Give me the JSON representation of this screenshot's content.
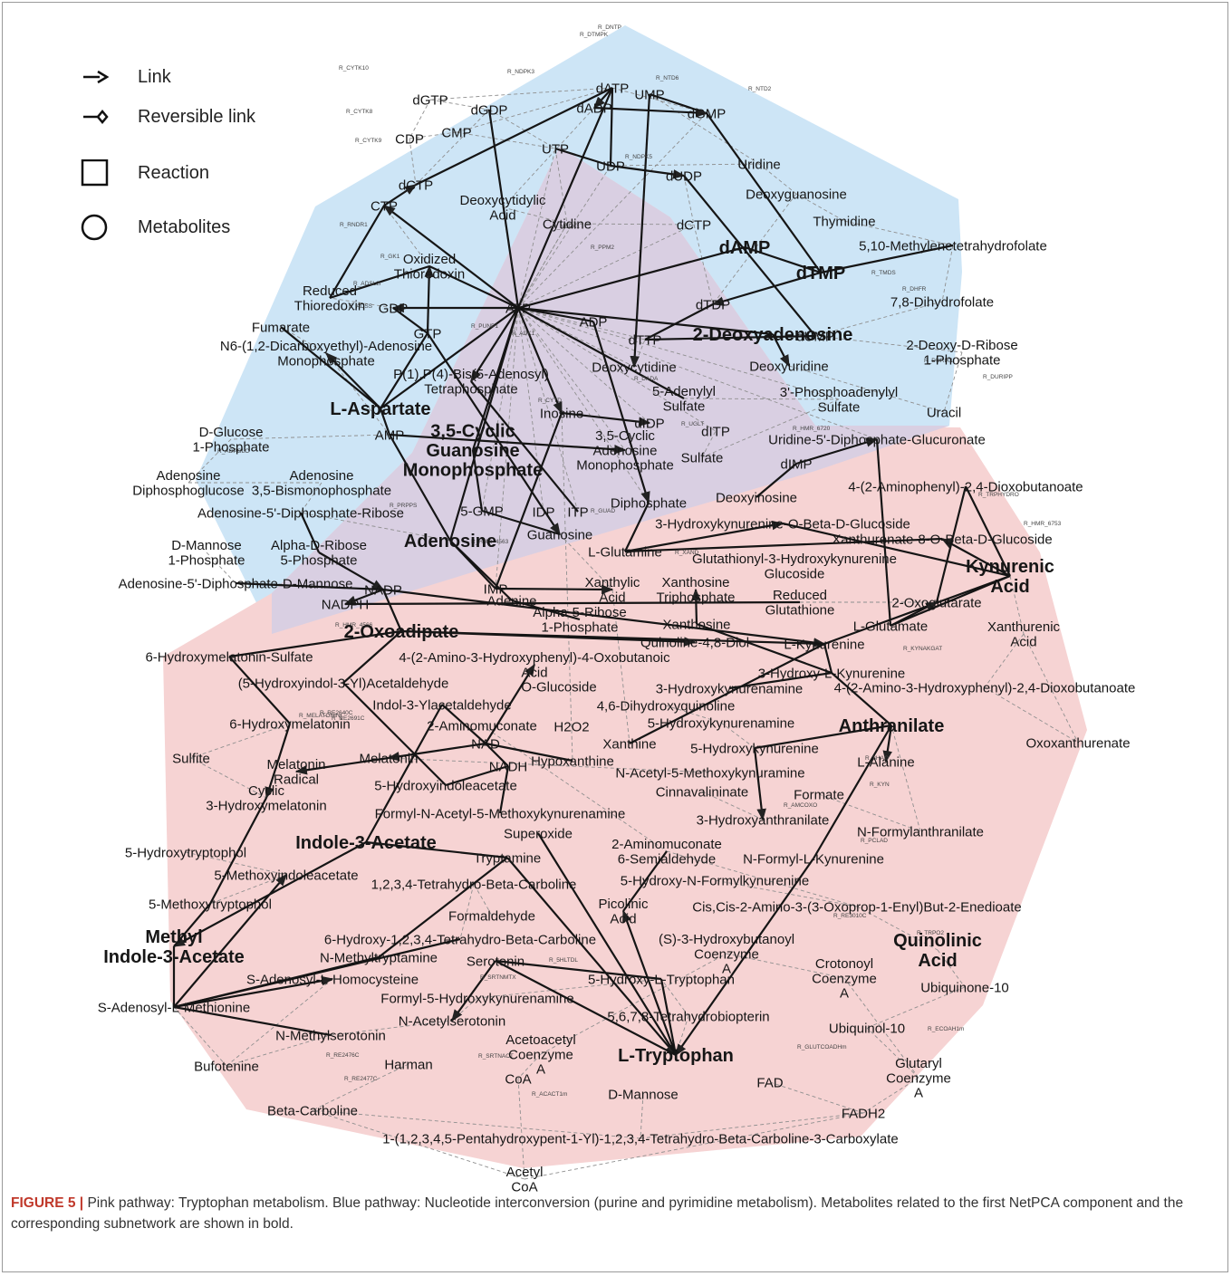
{
  "legend": {
    "link": "Link",
    "reversible": "Reversible link",
    "reaction": "Reaction",
    "metabolites": "Metabolites"
  },
  "regions": [
    {
      "name": "nucleotide-interconversion",
      "color": "#cde5f6"
    },
    {
      "name": "tryptophan-metabolism",
      "color": "#f6d3d3"
    },
    {
      "name": "overlap",
      "color": "#d9cfe2"
    }
  ],
  "nodes": [
    {
      "id": "dATP",
      "text": "dATP"
    },
    {
      "id": "UMP",
      "text": "UMP"
    },
    {
      "id": "dGTP",
      "text": "dGTP"
    },
    {
      "id": "dGDP",
      "text": "dGDP"
    },
    {
      "id": "dADP",
      "text": "dADP"
    },
    {
      "id": "dGMP",
      "text": "dGMP"
    },
    {
      "id": "CDP",
      "text": "CDP"
    },
    {
      "id": "CMP",
      "text": "CMP"
    },
    {
      "id": "UTP",
      "text": "UTP"
    },
    {
      "id": "UDP",
      "text": "UDP"
    },
    {
      "id": "dUDP",
      "text": "dUDP"
    },
    {
      "id": "Uridine",
      "text": "Uridine"
    },
    {
      "id": "dCTP",
      "text": "dCTP"
    },
    {
      "id": "Deoxyguanosine",
      "text": "Deoxyguanosine"
    },
    {
      "id": "CTP",
      "text": "CTP"
    },
    {
      "id": "DeoxycytidylicAcid",
      "text": "Deoxycytidylic\nAcid"
    },
    {
      "id": "Cytidine",
      "text": "Cytidine"
    },
    {
      "id": "dCTP2",
      "text": "dCTP"
    },
    {
      "id": "Thymidine",
      "text": "Thymidine"
    },
    {
      "id": "dAMP",
      "text": "dAMP",
      "bold": true
    },
    {
      "id": "Methylene",
      "text": "5,10-Methylenetetrahydrofolate"
    },
    {
      "id": "OxThio",
      "text": "Oxidized\nThioredoxin"
    },
    {
      "id": "dTMP",
      "text": "dTMP",
      "bold": true
    },
    {
      "id": "RedThio",
      "text": "Reduced\nThioredoxin"
    },
    {
      "id": "dTDP",
      "text": "dTDP"
    },
    {
      "id": "Dihydrofolate",
      "text": "7,8-Dihydrofolate"
    },
    {
      "id": "Fumarate",
      "text": "Fumarate"
    },
    {
      "id": "GDP",
      "text": "GDP"
    },
    {
      "id": "ATP",
      "text": "ATP"
    },
    {
      "id": "ADP",
      "text": "ADP"
    },
    {
      "id": "dUMP",
      "text": "dUMP"
    },
    {
      "id": "dTTP",
      "text": "dTTP"
    },
    {
      "id": "Deoxyadenosine",
      "text": "2-Deoxyadenosine",
      "bold": true
    },
    {
      "id": "N6",
      "text": "N6-(1,2-Dicarboxyethyl)-Adenosine\nMonophosphate"
    },
    {
      "id": "GTP",
      "text": "GTP"
    },
    {
      "id": "DeoxyRibose",
      "text": "2-Deoxy-D-Ribose\n1-Phosphate"
    },
    {
      "id": "Ap4A",
      "text": "P(1),P(4)-Bis(5-Adenosyl)\nTetraphosphate"
    },
    {
      "id": "Deoxycytidine",
      "text": "Deoxycytidine"
    },
    {
      "id": "Deoxyuridine",
      "text": "Deoxyuridine"
    },
    {
      "id": "AdenylylSulfate",
      "text": "5-Adenylyl\nSulfate"
    },
    {
      "id": "PAPS",
      "text": "3'-Phosphoadenylyl\nSulfate"
    },
    {
      "id": "LAspartate",
      "text": "L-Aspartate",
      "bold": true
    },
    {
      "id": "Inosine",
      "text": "Inosine"
    },
    {
      "id": "Uracil",
      "text": "Uracil"
    },
    {
      "id": "DGlucose",
      "text": "D-Glucose\n1-Phosphate"
    },
    {
      "id": "dIDP",
      "text": "dIDP"
    },
    {
      "id": "dITP",
      "text": "dITP"
    },
    {
      "id": "AMP",
      "text": "AMP"
    },
    {
      "id": "cGMP",
      "text": "3,5-Cyclic\nGuanosine\nMonophosphate",
      "bold": true
    },
    {
      "id": "cAMP",
      "text": "3,5-Cyclic\nAdenosine\nMonophosphate"
    },
    {
      "id": "Sulfate",
      "text": "Sulfate"
    },
    {
      "id": "UDPGlcA",
      "text": "Uridine-5'-Diphosphate-Glucuronate"
    },
    {
      "id": "ADPGlucose",
      "text": "Adenosine\nDiphosphoglucose"
    },
    {
      "id": "PAP",
      "text": "Adenosine\n3,5-Bismonophosphate"
    },
    {
      "id": "dIMP",
      "text": "dIMP"
    },
    {
      "id": "AminophenylDioxo",
      "text": "4-(2-Aminophenyl)-2,4-Dioxobutanoate"
    },
    {
      "id": "ADPRibose",
      "text": "Adenosine-5'-Diphosphate-Ribose"
    },
    {
      "id": "Deoxyinosine",
      "text": "Deoxyinosine"
    },
    {
      "id": "Diphosphate",
      "text": "Diphosphate"
    },
    {
      "id": "GMP",
      "text": "5-GMP"
    },
    {
      "id": "IDP",
      "text": "IDP"
    },
    {
      "id": "ITP",
      "text": "ITP"
    },
    {
      "id": "HKGlucoside",
      "text": "3-Hydroxykynurenine-O-Beta-D-Glucoside"
    },
    {
      "id": "Guanosine",
      "text": "Guanosine"
    },
    {
      "id": "Adenosine",
      "text": "Adenosine",
      "bold": true
    },
    {
      "id": "XanthureneGlucoside",
      "text": "Xanthurenate-8-O-Beta-D-Glucoside"
    },
    {
      "id": "DMannose1P",
      "text": "D-Mannose\n1-Phosphate"
    },
    {
      "id": "AlphaRibose",
      "text": "Alpha-D-Ribose\n5-Phosphate"
    },
    {
      "id": "Glutamine",
      "text": "L-Glutamine"
    },
    {
      "id": "GlutathionylHK",
      "text": "Glutathionyl-3-Hydroxykynurenine\nGlucoside"
    },
    {
      "id": "KynurenicAcid",
      "text": "Kynurenic\nAcid",
      "bold": true
    },
    {
      "id": "ADPMannose",
      "text": "Adenosine-5'-Diphosphate-D-Mannose"
    },
    {
      "id": "IMP",
      "text": "IMP"
    },
    {
      "id": "NADP",
      "text": "NADP"
    },
    {
      "id": "XanthylicAcid",
      "text": "Xanthylic\nAcid"
    },
    {
      "id": "XTP",
      "text": "Xanthosine\nTriphosphate"
    },
    {
      "id": "Glutathione",
      "text": "Reduced\nGlutathione"
    },
    {
      "id": "Oxoglutarate",
      "text": "2-Oxoglutarate"
    },
    {
      "id": "NADPH",
      "text": "NADPH"
    },
    {
      "id": "Adenine",
      "text": "Adenine"
    },
    {
      "id": "PRPP",
      "text": "Alpha-5-Ribose\n1-Phosphate"
    },
    {
      "id": "Xanthosine",
      "text": "Xanthosine"
    },
    {
      "id": "LGlutamate",
      "text": "L-Glutamate"
    },
    {
      "id": "Oxoadipate",
      "text": "2-Oxoadipate",
      "bold": true
    },
    {
      "id": "XanthurenicAcid",
      "text": "Xanthurenic\nAcid"
    },
    {
      "id": "Quinoline",
      "text": "Quinoline-4,8-Diol"
    },
    {
      "id": "LKynurenine",
      "text": "L-Kynurenine"
    },
    {
      "id": "HMSulfate",
      "text": "6-Hydroxymelatonin-Sulfate"
    },
    {
      "id": "AHOB",
      "text": "4-(2-Amino-3-Hydroxyphenyl)-4-Oxobutanoic\nAcid"
    },
    {
      "id": "HIAAld",
      "text": "(5-Hydroxyindol-3-Yl)Acetaldehyde"
    },
    {
      "id": "HK",
      "text": "3-Hydroxy-L-Kynurenine"
    },
    {
      "id": "OGlucoside",
      "text": "O-Glucoside"
    },
    {
      "id": "HKynurenamine",
      "text": "3-Hydroxykynurenamine"
    },
    {
      "id": "AHPDioxo",
      "text": "4-(2-Amino-3-Hydroxyphenyl)-2,4-Dioxobutanoate"
    },
    {
      "id": "IAAld",
      "text": "Indol-3-Ylacetaldehyde"
    },
    {
      "id": "Dihydroxyquinoline",
      "text": "4,6-Dihydroxyquinoline"
    },
    {
      "id": "HMelatonin",
      "text": "6-Hydroxymelatonin"
    },
    {
      "id": "Aminomuconate",
      "text": "2-Aminomuconate"
    },
    {
      "id": "H2O2",
      "text": "H2O2"
    },
    {
      "id": "HKynurenamine5",
      "text": "5-Hydroxykynurenamine"
    },
    {
      "id": "Anthranilate",
      "text": "Anthranilate",
      "bold": true
    },
    {
      "id": "Xanthine",
      "text": "Xanthine"
    },
    {
      "id": "Oxoxanthurenate",
      "text": "Oxoxanthurenate"
    },
    {
      "id": "HK5",
      "text": "5-Hydroxykynurenine"
    },
    {
      "id": "Sulfite",
      "text": "Sulfite"
    },
    {
      "id": "Melatonin",
      "text": "Melatonin"
    },
    {
      "id": "NAD",
      "text": "NAD"
    },
    {
      "id": "Hypoxanthine",
      "text": "Hypoxanthine"
    },
    {
      "id": "LAlanine",
      "text": "L-Alanine"
    },
    {
      "id": "MelatoninRadical",
      "text": "Melatonin\nRadical"
    },
    {
      "id": "NADH",
      "text": "NADH"
    },
    {
      "id": "NAcMethoxyK",
      "text": "N-Acetyl-5-Methoxykynuramine"
    },
    {
      "id": "Cyclic3HM",
      "text": "Cyclic\n3-Hydroxymelatonin"
    },
    {
      "id": "HIAA",
      "text": "5-Hydroxyindoleacetate"
    },
    {
      "id": "Cinnavalininate",
      "text": "Cinnavalininate"
    },
    {
      "id": "Formate",
      "text": "Formate"
    },
    {
      "id": "FormylNAc",
      "text": "Formyl-N-Acetyl-5-Methoxykynurenamine"
    },
    {
      "id": "HAnthranilate",
      "text": "3-Hydroxyanthranilate"
    },
    {
      "id": "Superoxide",
      "text": "Superoxide"
    },
    {
      "id": "NFormylAnth",
      "text": "N-Formylanthranilate"
    },
    {
      "id": "IAA",
      "text": "Indole-3-Acetate",
      "bold": true
    },
    {
      "id": "Semialdehyde",
      "text": "2-Aminomuconate\n6-Semialdehyde"
    },
    {
      "id": "HTryptophol",
      "text": "5-Hydroxytryptophol"
    },
    {
      "id": "Tryptamine",
      "text": "Tryptamine"
    },
    {
      "id": "NFormylK",
      "text": "N-Formyl-L-Kynurenine"
    },
    {
      "id": "MIAA",
      "text": "5-Methoxyindoleacetate"
    },
    {
      "id": "THBC",
      "text": "1,2,3,4-Tetrahydro-Beta-Carboline"
    },
    {
      "id": "HNFK",
      "text": "5-Hydroxy-N-Formylkynurenine"
    },
    {
      "id": "MTryptophol",
      "text": "5-Methoxytryptophol"
    },
    {
      "id": "Formaldehyde",
      "text": "Formaldehyde"
    },
    {
      "id": "Picolinic",
      "text": "Picolinic\nAcid"
    },
    {
      "id": "ACMS",
      "text": "Cis,Cis-2-Amino-3-(3-Oxoprop-1-Enyl)But-2-Enedioate"
    },
    {
      "id": "MethylIAA",
      "text": "Methyl\nIndole-3-Acetate",
      "bold": true
    },
    {
      "id": "HTHBC",
      "text": "6-Hydroxy-1,2,3,4-Tetrahydro-Beta-Carboline"
    },
    {
      "id": "HBCoA",
      "text": "(S)-3-Hydroxybutanoyl\nCoenzyme\nA"
    },
    {
      "id": "Quinolinic",
      "text": "Quinolinic\nAcid",
      "bold": true
    },
    {
      "id": "NMT",
      "text": "N-Methyltryptamine"
    },
    {
      "id": "Serotonin",
      "text": "Serotonin"
    },
    {
      "id": "CrotonoylCoA",
      "text": "Crotonoyl\nCoenzyme\nA"
    },
    {
      "id": "SAH",
      "text": "S-Adenosyl-L-Homocysteine"
    },
    {
      "id": "HTP",
      "text": "5-Hydroxy-L-Tryptophan"
    },
    {
      "id": "Ubiquinone",
      "text": "Ubiquinone-10"
    },
    {
      "id": "SAM",
      "text": "S-Adenosyl-L-Methionine"
    },
    {
      "id": "FormylHK",
      "text": "Formyl-5-Hydroxykynurenamine"
    },
    {
      "id": "BH4",
      "text": "5,6,7,8-Tetrahydrobiopterin"
    },
    {
      "id": "NAS",
      "text": "N-Acetylserotonin"
    },
    {
      "id": "Ubiquinol",
      "text": "Ubiquinol-10"
    },
    {
      "id": "NMS",
      "text": "N-Methylserotonin"
    },
    {
      "id": "AcetoacetylCoA",
      "text": "Acetoacetyl\nCoenzyme\nA"
    },
    {
      "id": "Bufotenine",
      "text": "Bufotenine"
    },
    {
      "id": "Harman",
      "text": "Harman"
    },
    {
      "id": "LTryptophan",
      "text": "L-Tryptophan",
      "bold": true
    },
    {
      "id": "GlutarylCoA",
      "text": "Glutaryl\nCoenzyme\nA"
    },
    {
      "id": "CoA",
      "text": "CoA"
    },
    {
      "id": "FAD",
      "text": "FAD"
    },
    {
      "id": "DMannose",
      "text": "D-Mannose"
    },
    {
      "id": "BetaCarboline",
      "text": "Beta-Carboline"
    },
    {
      "id": "FADH2",
      "text": "FADH2"
    },
    {
      "id": "PHTBC",
      "text": "1-(1,2,3,4,5-Pentahydroxypent-1-Yl)-1,2,3,4-Tetrahydro-Beta-Carboline-3-Carboxylate"
    },
    {
      "id": "AcetylCoA",
      "text": "Acetyl\nCoA"
    }
  ],
  "reactions": [
    "R_DNTP",
    "R_CYTK10",
    "R_DTMPK",
    "R_CYTK8",
    "R_CYTK9",
    "R_NDPK3",
    "R_NTD6",
    "R_RNDR1",
    "R_ADSL2r",
    "R_ADSS",
    "R_GK1",
    "R_NDPK5",
    "R_NTD2",
    "R_DURIK1",
    "R_TMDS",
    "R_DHFR",
    "R_ADK1",
    "R_NDPK1",
    "R_PUNP1",
    "R_CYTD",
    "R_DADA",
    "R_DURIPP",
    "R_PPM2",
    "R_UGLT",
    "R_ADPGLC",
    "R_HMR_6720",
    "R_GUAD",
    "R_PRPPS",
    "R_XAND",
    "R_HMR_4563",
    "R_MELATONINt",
    "R_HMR_4566",
    "R_RE2640C",
    "R_RE2691C",
    "R_HMR_6753",
    "R_TRPHYDRO",
    "R_KYNAKGAT",
    "R_3HAO",
    "R_KYN",
    "R_AMCOXO",
    "R_PCLAD",
    "R_RE3010C",
    "R_ACACT1m",
    "R_5HLTDL",
    "R_SRTNACT",
    "R_SRTNMTX",
    "R_RE2477C",
    "R_GLUTCOADHm",
    "R_ECOAH1m",
    "R_RE2476C",
    "R_TRPO2"
  ]
}
